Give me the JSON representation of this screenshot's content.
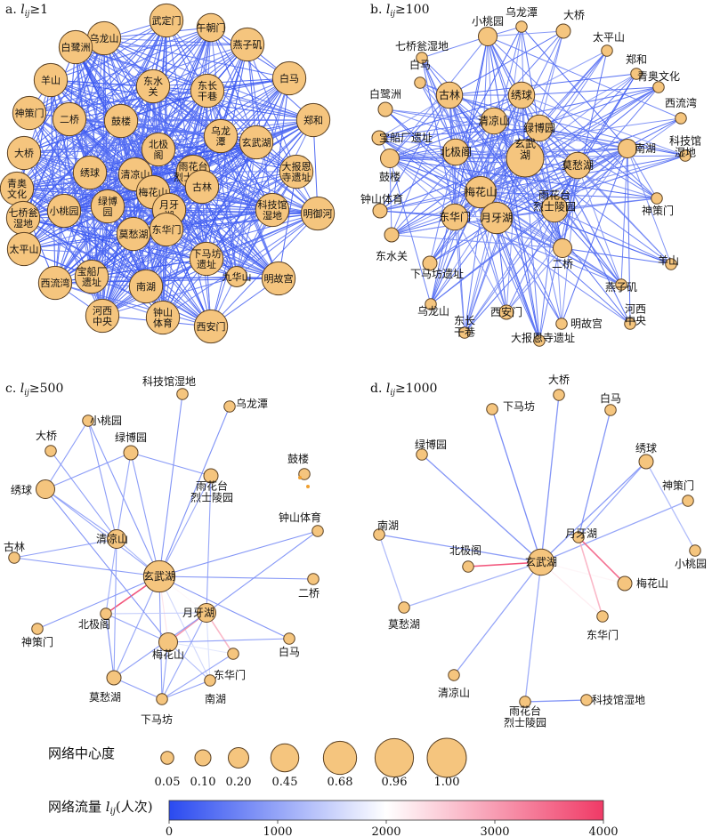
{
  "panels": [
    {
      "id": "a",
      "title_prefix": "a. ",
      "title_var": "l",
      "title_sub": "ij",
      "title_suffix": "≥1",
      "nodes": [
        {
          "key": "wdm",
          "label": [
            "武定门"
          ],
          "c": 0.68
        },
        {
          "key": "wlt",
          "label": [
            "乌龙山"
          ],
          "c": 0.68
        },
        {
          "key": "bgz",
          "label": [
            "白鹭洲"
          ],
          "c": 0.68
        },
        {
          "key": "wcm",
          "label": [
            "午朝门"
          ],
          "c": 0.45
        },
        {
          "key": "yzj",
          "label": [
            "燕子矶"
          ],
          "c": 0.68
        },
        {
          "key": "bm",
          "label": [
            "白马"
          ],
          "c": 0.68
        },
        {
          "key": "ys",
          "label": [
            "羊山"
          ],
          "c": 0.68
        },
        {
          "key": "dsg",
          "label": [
            "东水",
            "关"
          ],
          "c": 0.68
        },
        {
          "key": "dcgx",
          "label": [
            "东长",
            "干巷"
          ],
          "c": 0.68
        },
        {
          "key": "zh",
          "label": [
            "郑和"
          ],
          "c": 0.68
        },
        {
          "key": "scm",
          "label": [
            "神策门"
          ],
          "c": 0.68
        },
        {
          "key": "eq",
          "label": [
            "二桥"
          ],
          "c": 0.68
        },
        {
          "key": "gl",
          "label": [
            "鼓楼"
          ],
          "c": 0.68
        },
        {
          "key": "wltan",
          "label": [
            "乌龙",
            "潭"
          ],
          "c": 0.68
        },
        {
          "key": "xwh",
          "label": [
            "玄武湖"
          ],
          "c": 0.68
        },
        {
          "key": "dq",
          "label": [
            "大桥"
          ],
          "c": 0.68
        },
        {
          "key": "bjg",
          "label": [
            "北极",
            "阁"
          ],
          "c": 0.68
        },
        {
          "key": "dbe",
          "label": [
            "大报恩",
            "寺遗址"
          ],
          "c": 0.68
        },
        {
          "key": "xq",
          "label": [
            "绣球"
          ],
          "c": 0.68
        },
        {
          "key": "qls",
          "label": [
            "清凉山"
          ],
          "c": 0.68
        },
        {
          "key": "yht",
          "label": [
            "雨花台",
            "烈士陵园"
          ],
          "c": 0.68
        },
        {
          "key": "qawh",
          "label": [
            "青奥",
            "文化"
          ],
          "c": 0.68
        },
        {
          "key": "lby",
          "label": [
            "绿博",
            "园"
          ],
          "c": 0.68
        },
        {
          "key": "mhs",
          "label": [
            "梅花山"
          ],
          "c": 0.68
        },
        {
          "key": "ks",
          "label": [
            "科技馆",
            "湿地"
          ],
          "c": 0.68
        },
        {
          "key": "myh",
          "label": [
            "明御河"
          ],
          "c": 0.68
        },
        {
          "key": "xty",
          "label": [
            "小桃园"
          ],
          "c": 0.68
        },
        {
          "key": "qqd",
          "label": [
            "七桥瓮",
            "湿地"
          ],
          "c": 0.68
        },
        {
          "key": "yyh",
          "label": [
            "月牙",
            "湖"
          ],
          "c": 0.68
        },
        {
          "key": "gulin",
          "label": [
            "古林"
          ],
          "c": 0.68
        },
        {
          "key": "dhm",
          "label": [
            "东华门"
          ],
          "c": 0.68
        },
        {
          "key": "tps",
          "label": [
            "太平山"
          ],
          "c": 0.68
        },
        {
          "key": "mch",
          "label": [
            "莫愁湖"
          ],
          "c": 0.68
        },
        {
          "key": "xmf",
          "label": [
            "下马坊",
            "遗址"
          ],
          "c": 0.68
        },
        {
          "key": "bcc",
          "label": [
            "宝船厂",
            "遗址"
          ],
          "c": 0.68
        },
        {
          "key": "xlw",
          "label": [
            "西流湾"
          ],
          "c": 0.68
        },
        {
          "key": "nh",
          "label": [
            "南湖"
          ],
          "c": 0.68
        },
        {
          "key": "mgg",
          "label": [
            "明故宫"
          ],
          "c": 0.68
        },
        {
          "key": "jhs",
          "label": [
            "九华山"
          ],
          "c": 0.2
        },
        {
          "key": "hxzy",
          "label": [
            "河西",
            "中央"
          ],
          "c": 0.68
        },
        {
          "key": "zsty",
          "label": [
            "钟山",
            "体育"
          ],
          "c": 0.68
        },
        {
          "key": "xam",
          "label": [
            "西安门"
          ],
          "c": 0.68
        }
      ]
    },
    {
      "id": "b",
      "title_prefix": "b. ",
      "title_var": "l",
      "title_sub": "ij",
      "title_suffix": "≥100",
      "nodes": [
        {
          "key": "xty",
          "label": [
            "小桃园"
          ],
          "c": 0.2
        },
        {
          "key": "wlt",
          "label": [
            "乌龙潭"
          ],
          "c": 0.05
        },
        {
          "key": "dq",
          "label": [
            "大桥"
          ],
          "c": 0.1
        },
        {
          "key": "qqd",
          "label": [
            "七桥瓮湿地"
          ],
          "c": 0.05
        },
        {
          "key": "tps",
          "label": [
            "太平山"
          ],
          "c": 0.05
        },
        {
          "key": "zh",
          "label": [
            "郑和"
          ],
          "c": 0.05
        },
        {
          "key": "bm",
          "label": [
            "白马"
          ],
          "c": 0.05
        },
        {
          "key": "qawh",
          "label": [
            "青奥文化"
          ],
          "c": 0.05
        },
        {
          "key": "bgz",
          "label": [
            "白鹭洲"
          ],
          "c": 0.1
        },
        {
          "key": "gulin",
          "label": [
            "古林"
          ],
          "c": 0.45
        },
        {
          "key": "xq",
          "label": [
            "绣球"
          ],
          "c": 0.45
        },
        {
          "key": "xlw",
          "label": [
            "西流湾"
          ],
          "c": 0.05
        },
        {
          "key": "qls",
          "label": [
            "清凉山"
          ],
          "c": 0.45
        },
        {
          "key": "lby",
          "label": [
            "绿博园"
          ],
          "c": 0.45
        },
        {
          "key": "bcc",
          "label": [
            "宝船厂遗址"
          ],
          "c": 0.1
        },
        {
          "key": "nh",
          "label": [
            "南湖"
          ],
          "c": 0.2
        },
        {
          "key": "ks",
          "label": [
            "科技馆",
            "湿地"
          ],
          "c": 0.05
        },
        {
          "key": "bjg",
          "label": [
            "北极阁"
          ],
          "c": 0.45
        },
        {
          "key": "xwh",
          "label": [
            "玄武",
            "湖"
          ],
          "c": 1.0
        },
        {
          "key": "mch",
          "label": [
            "莫愁湖"
          ],
          "c": 0.45
        },
        {
          "key": "gl",
          "label": [
            "鼓楼"
          ],
          "c": 0.2
        },
        {
          "key": "mhs",
          "label": [
            "梅花山"
          ],
          "c": 0.68
        },
        {
          "key": "yht",
          "label": [
            "雨花台",
            "烈士陵园"
          ],
          "c": 0.45
        },
        {
          "key": "zsty",
          "label": [
            "钟山体育"
          ],
          "c": 0.1
        },
        {
          "key": "dhm",
          "label": [
            "东华门"
          ],
          "c": 0.45
        },
        {
          "key": "yyh",
          "label": [
            "月牙湖"
          ],
          "c": 0.68
        },
        {
          "key": "scm",
          "label": [
            "神策门"
          ],
          "c": 0.05
        },
        {
          "key": "dsg",
          "label": [
            "东水关"
          ],
          "c": 0.1
        },
        {
          "key": "eq",
          "label": [
            "二桥"
          ],
          "c": 0.2
        },
        {
          "key": "ys",
          "label": [
            "羊山"
          ],
          "c": 0.05
        },
        {
          "key": "xmf",
          "label": [
            "下马坊遗址"
          ],
          "c": 0.1
        },
        {
          "key": "yzj",
          "label": [
            "燕子矶"
          ],
          "c": 0.05
        },
        {
          "key": "wls",
          "label": [
            "乌龙山"
          ],
          "c": 0.05
        },
        {
          "key": "hxzy",
          "label": [
            "河西",
            "中央"
          ],
          "c": 0.05
        },
        {
          "key": "xam",
          "label": [
            "西安门"
          ],
          "c": 0.1
        },
        {
          "key": "mgg",
          "label": [
            "明故宫"
          ],
          "c": 0.05
        },
        {
          "key": "dcgx",
          "label": [
            "东长",
            "干巷"
          ],
          "c": 0.05
        },
        {
          "key": "dbe",
          "label": [
            "大报恩寺遗址"
          ],
          "c": 0.05
        }
      ]
    },
    {
      "id": "c",
      "title_prefix": "c. ",
      "title_var": "l",
      "title_sub": "ij",
      "title_suffix": "≥500",
      "nodes": [
        {
          "key": "ks",
          "label": [
            "科技馆湿地"
          ],
          "c": 0.05
        },
        {
          "key": "wlt",
          "label": [
            "乌龙潭"
          ],
          "c": 0.05
        },
        {
          "key": "xty",
          "label": [
            "小桃园"
          ],
          "c": 0.05
        },
        {
          "key": "dq",
          "label": [
            "大桥"
          ],
          "c": 0.05
        },
        {
          "key": "lby",
          "label": [
            "绿博园"
          ],
          "c": 0.1
        },
        {
          "key": "gl",
          "label": [
            "鼓楼"
          ],
          "c": 0.05
        },
        {
          "key": "xq",
          "label": [
            "绣球"
          ],
          "c": 0.2
        },
        {
          "key": "yht",
          "label": [
            "雨花台",
            "烈士陵园"
          ],
          "c": 0.1
        },
        {
          "key": "zsty",
          "label": [
            "钟山体育"
          ],
          "c": 0.05
        },
        {
          "key": "gulin",
          "label": [
            "古林"
          ],
          "c": 0.05
        },
        {
          "key": "qls",
          "label": [
            "清凉山"
          ],
          "c": 0.2
        },
        {
          "key": "xwh",
          "label": [
            "玄武湖"
          ],
          "c": 0.68
        },
        {
          "key": "eq",
          "label": [
            "二桥"
          ],
          "c": 0.05
        },
        {
          "key": "bjg",
          "label": [
            "北极阁"
          ],
          "c": 0.05
        },
        {
          "key": "yyh",
          "label": [
            "月牙湖"
          ],
          "c": 0.2
        },
        {
          "key": "scm",
          "label": [
            "神策门"
          ],
          "c": 0.05
        },
        {
          "key": "mhs",
          "label": [
            "梅花山"
          ],
          "c": 0.2
        },
        {
          "key": "bm",
          "label": [
            "白马"
          ],
          "c": 0.05
        },
        {
          "key": "dhm",
          "label": [
            "东华门"
          ],
          "c": 0.05
        },
        {
          "key": "mch",
          "label": [
            "莫愁湖"
          ],
          "c": 0.1
        },
        {
          "key": "nh",
          "label": [
            "南湖"
          ],
          "c": 0.05
        },
        {
          "key": "xmf",
          "label": [
            "下马坊"
          ],
          "c": 0.05
        }
      ]
    },
    {
      "id": "d",
      "title_prefix": "d. ",
      "title_var": "l",
      "title_sub": "ij",
      "title_suffix": "≥1000",
      "nodes": [
        {
          "key": "dq",
          "label": [
            "大桥"
          ],
          "c": 0.05
        },
        {
          "key": "bm",
          "label": [
            "白马"
          ],
          "c": 0.05
        },
        {
          "key": "xmf",
          "label": [
            "下马坊"
          ],
          "c": 0.05
        },
        {
          "key": "xq",
          "label": [
            "绣球"
          ],
          "c": 0.1
        },
        {
          "key": "lby",
          "label": [
            "绿博园"
          ],
          "c": 0.05
        },
        {
          "key": "scm",
          "label": [
            "神策门"
          ],
          "c": 0.05
        },
        {
          "key": "nh",
          "label": [
            "南湖"
          ],
          "c": 0.05
        },
        {
          "key": "yyh",
          "label": [
            "月牙湖"
          ],
          "c": 0.05
        },
        {
          "key": "bjg",
          "label": [
            "北极阁"
          ],
          "c": 0.05
        },
        {
          "key": "xwh",
          "label": [
            "玄武湖"
          ],
          "c": 0.45
        },
        {
          "key": "xty",
          "label": [
            "小桃园"
          ],
          "c": 0.05
        },
        {
          "key": "mhs",
          "label": [
            "梅花山"
          ],
          "c": 0.1
        },
        {
          "key": "mch",
          "label": [
            "莫愁湖"
          ],
          "c": 0.05
        },
        {
          "key": "dhm",
          "label": [
            "东华门"
          ],
          "c": 0.05
        },
        {
          "key": "qls",
          "label": [
            "清凉山"
          ],
          "c": 0.05
        },
        {
          "key": "ks",
          "label": [
            "科技馆湿地"
          ],
          "c": 0.05
        },
        {
          "key": "yht",
          "label": [
            "雨花台",
            "烈士陵园"
          ],
          "c": 0.05
        }
      ],
      "edges": [
        {
          "a": "xwh",
          "b": "bjg",
          "flow": 3900
        },
        {
          "a": "xwh",
          "b": "dq",
          "flow": 700
        },
        {
          "a": "xwh",
          "b": "xmf",
          "flow": 600
        },
        {
          "a": "xwh",
          "b": "xq",
          "flow": 800
        },
        {
          "a": "xwh",
          "b": "lby",
          "flow": 700
        },
        {
          "a": "xwh",
          "b": "scm",
          "flow": 900
        },
        {
          "a": "xwh",
          "b": "nh",
          "flow": 800
        },
        {
          "a": "xwh",
          "b": "mch",
          "flow": 1100
        },
        {
          "a": "xwh",
          "b": "qls",
          "flow": 900
        },
        {
          "a": "xwh",
          "b": "yht",
          "flow": 1000
        },
        {
          "a": "xwh",
          "b": "mhs",
          "flow": 2100
        },
        {
          "a": "xwh",
          "b": "dhm",
          "flow": 2200
        },
        {
          "a": "yyh",
          "b": "mhs",
          "flow": 3600
        },
        {
          "a": "yyh",
          "b": "dhm",
          "flow": 2800
        },
        {
          "a": "yyh",
          "b": "xq",
          "flow": 900
        },
        {
          "a": "yyh",
          "b": "bm",
          "flow": 700
        },
        {
          "a": "xq",
          "b": "xty",
          "flow": 1200
        },
        {
          "a": "nh",
          "b": "mch",
          "flow": 1200
        },
        {
          "a": "yht",
          "b": "ks",
          "flow": 700
        }
      ]
    }
  ],
  "legend": {
    "centrality_title": "网络中心度",
    "centrality_values": [
      "0.05",
      "0.10",
      "0.20",
      "0.45",
      "0.68",
      "0.96",
      "1.00"
    ],
    "flow_title_prefix": "网络流量 ",
    "flow_title_var": "l",
    "flow_title_sub": "ij",
    "flow_title_suffix": "(人次)",
    "flow_ticks": [
      "0",
      "1000",
      "2000",
      "3000",
      "4000"
    ],
    "colors": {
      "low": "#2a4af0",
      "mid": "#ffffff",
      "high": "#f03a66"
    }
  },
  "style": {
    "node_fill": "#f5c57e",
    "node_stroke": "#5a4022"
  }
}
